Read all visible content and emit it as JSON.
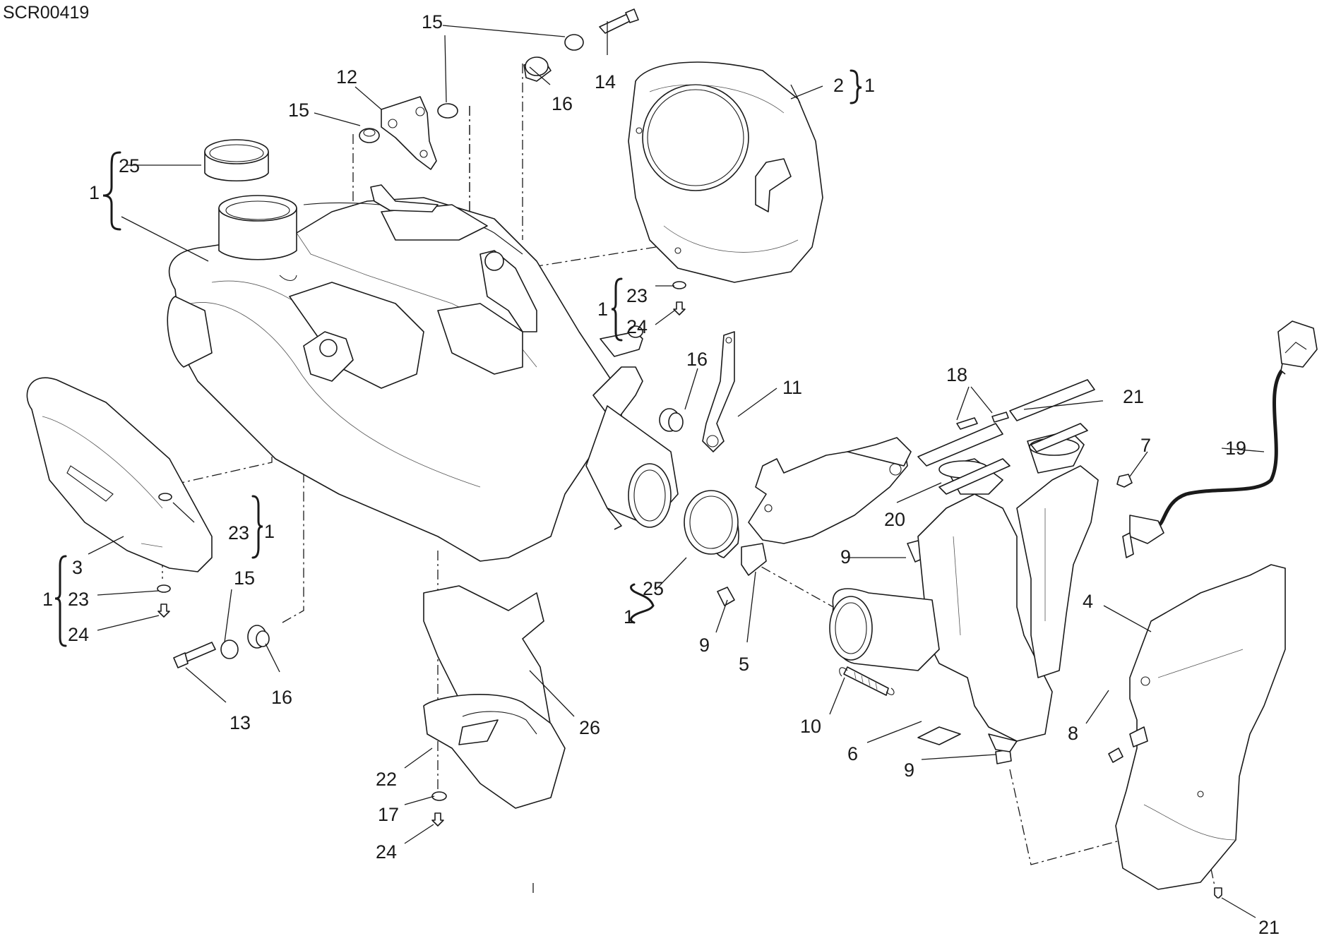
{
  "diagram": {
    "ref_code": "SCR00419",
    "callouts": {
      "c1_tl": "1",
      "c25_tl": "25",
      "c15_top": "15",
      "c14": "14",
      "c16_top": "16",
      "c2": "2",
      "c1_r2": "1",
      "c12": "12",
      "c15_mid": "15",
      "c1_r23": "1",
      "c23_r": "23",
      "c24_r": "24",
      "c16_mid": "16",
      "c11": "11",
      "c18": "18",
      "c21_top": "21",
      "c7": "7",
      "c19": "19",
      "c20": "20",
      "c23_l": "23",
      "c1_l23": "1",
      "c3": "3",
      "c1_l3": "1",
      "c23_l2": "23",
      "c24_l": "24",
      "c15_low": "15",
      "c16_low": "16",
      "c13": "13",
      "c25_mid": "25",
      "c1_mid25": "1",
      "c9_a": "9",
      "c9_b": "9",
      "c5": "5",
      "c26": "26",
      "c22": "22",
      "c17": "17",
      "c24_bot": "24",
      "c4": "4",
      "c8": "8",
      "c10": "10",
      "c6": "6",
      "c9_c": "9",
      "c21_bot": "21"
    }
  }
}
